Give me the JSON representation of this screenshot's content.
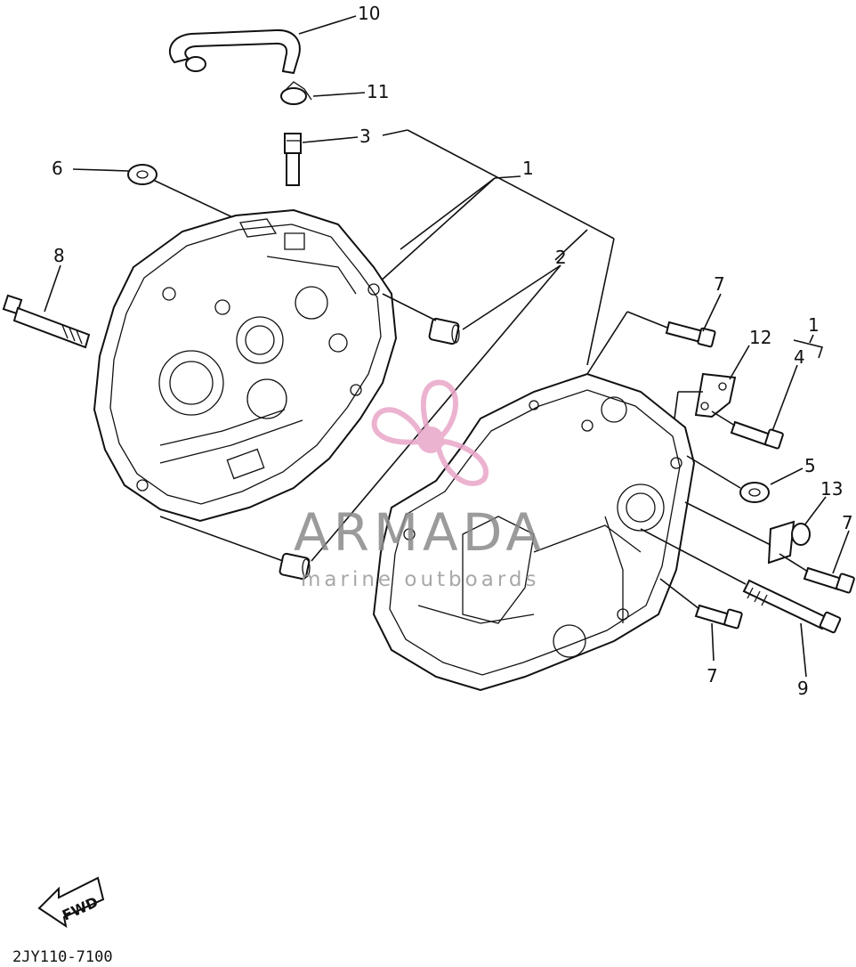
{
  "callouts": {
    "c10": "10",
    "c11": "11",
    "c3": "3",
    "c6": "6",
    "c1_top": "1",
    "c8": "8",
    "c2": "2",
    "c7_top": "7",
    "c12": "12",
    "c1_right": "1",
    "c4": "4",
    "c5": "5",
    "c13": "13",
    "c7_right": "7",
    "c7_bottom": "7",
    "c9": "9"
  },
  "watermark": {
    "brand": "ARMADA",
    "tagline": "marine outboards"
  },
  "fwd_label": "FWD",
  "diagram_code": "2JY110-7100",
  "colors": {
    "line": "#111111",
    "watermark_pink": "#e9a6c8",
    "watermark_gray": "#8a8a8a"
  }
}
